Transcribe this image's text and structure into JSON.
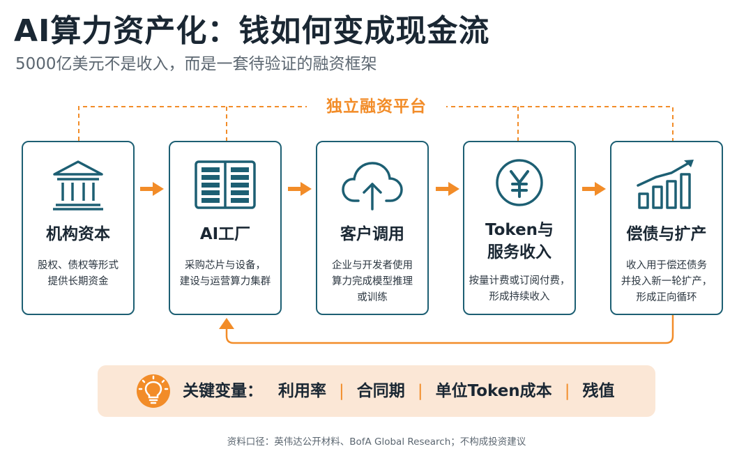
{
  "title": "AI算力资产化：钱如何变成现金流",
  "subtitle": "5000亿美元不是收入，而是一套待验证的融资框架",
  "platform_label": "独立融资平台",
  "cards": [
    {
      "title": "机构资本",
      "desc_line1": "股权、债权等形式",
      "desc_line2": "提供长期资金",
      "desc_line3": "",
      "icon": "bank-icon"
    },
    {
      "title": "AI工厂",
      "desc_line1": "采购芯片与设备，",
      "desc_line2": "建设与运营算力集群",
      "desc_line3": "",
      "icon": "server-rack-icon"
    },
    {
      "title": "客户调用",
      "desc_line1": "企业与开发者使用",
      "desc_line2": "算力完成模型推理",
      "desc_line3": "或训练",
      "icon": "cloud-upload-icon"
    },
    {
      "title_line1": "Token与",
      "title_line2": "服务收入",
      "desc_line1": "按量计费或订阅付费，",
      "desc_line2": "形成持续收入",
      "icon": "yen-coin-icon"
    },
    {
      "title": "偿债与扩产",
      "desc_line1": "收入用于偿还债务",
      "desc_line2": "并投入新一轮扩产，",
      "desc_line3": "形成正向循环",
      "icon": "growth-chart-icon"
    }
  ],
  "key_variables": {
    "label": "关键变量：",
    "items": [
      "利用率",
      "合同期",
      "单位Token成本",
      "残值"
    ],
    "separator": "|",
    "icon": "lightbulb-icon"
  },
  "source": "资料口径：英伟达公开材料、BofA Global Research；不构成投资建议",
  "colors": {
    "accent": "#f28c28",
    "border": "#1d5f73",
    "highlight_bg": "#fbe7d6"
  }
}
